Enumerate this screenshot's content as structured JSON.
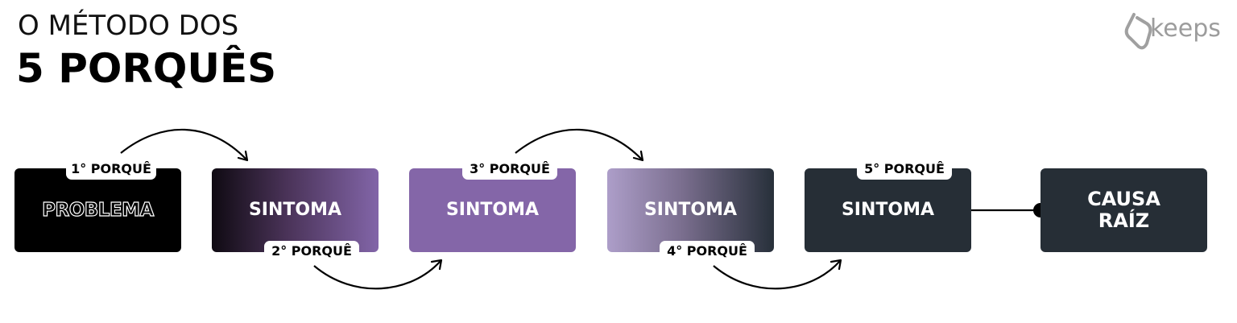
{
  "header": {
    "title_line1": "O MÉTODO DOS",
    "title_line2": "5 PORQUÊS"
  },
  "logo": {
    "text": "keeps"
  },
  "flow": {
    "boxes": [
      {
        "label": "PROBLEMA"
      },
      {
        "label": "SINTOMA"
      },
      {
        "label": "SINTOMA"
      },
      {
        "label": "SINTOMA"
      },
      {
        "label": "SINTOMA"
      },
      {
        "label_line1": "CAUSA",
        "label_line2": "RAÍZ"
      }
    ],
    "tags": [
      {
        "label": "1° PORQUÊ"
      },
      {
        "label": "2° PORQUÊ"
      },
      {
        "label": "3° PORQUÊ"
      },
      {
        "label": "4° PORQUÊ"
      },
      {
        "label": "5° PORQUÊ"
      }
    ]
  },
  "colors": {
    "problem_box": "#000000",
    "purple": "#8466a8",
    "dark_slate": "#262e36",
    "logo_gray": "#9c9c9c"
  },
  "icons": {
    "logo": "keeps-logo-icon",
    "connector_dot": "dot-icon"
  }
}
